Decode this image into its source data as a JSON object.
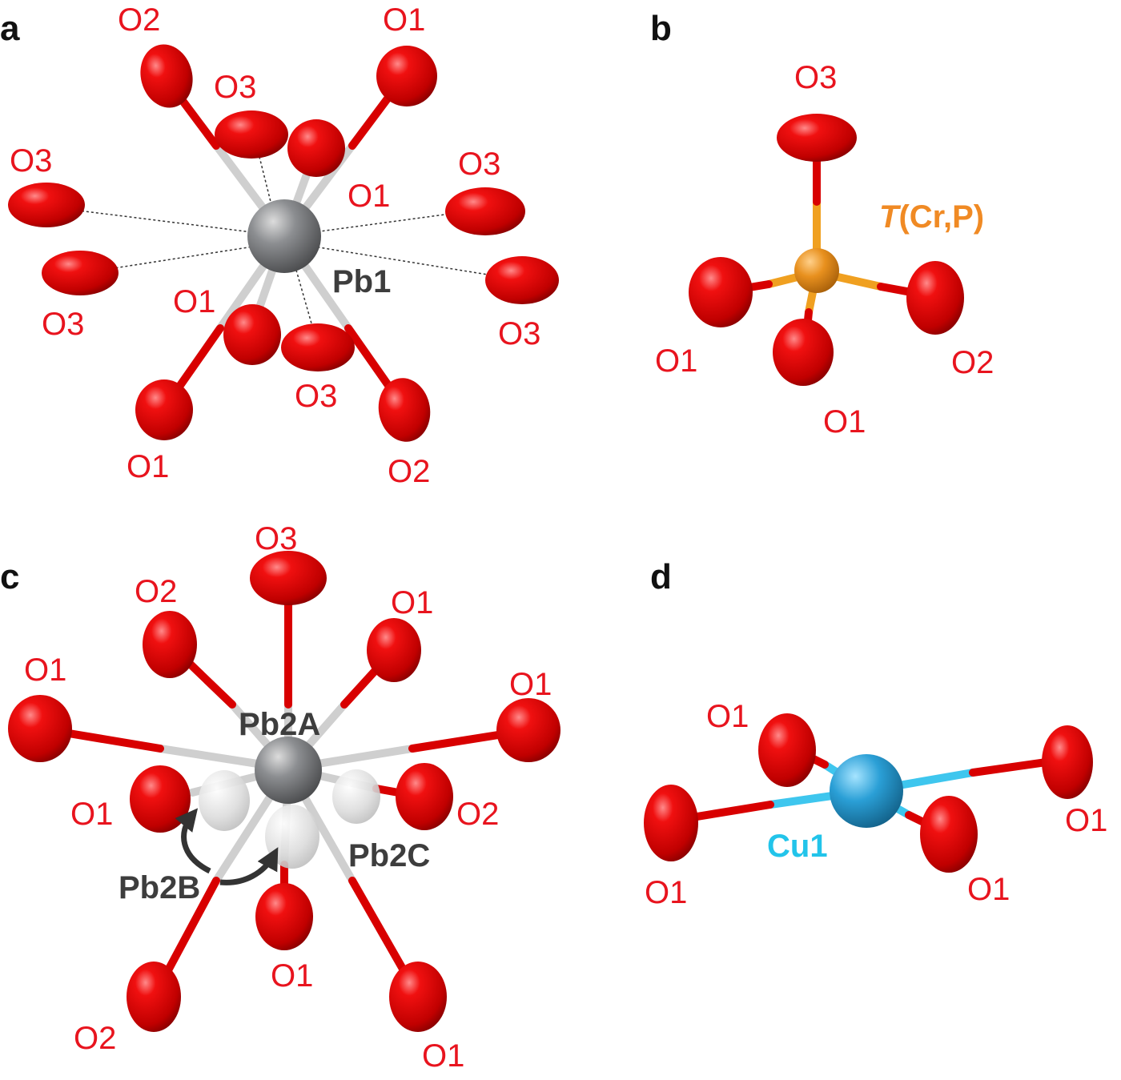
{
  "colors": {
    "oxygen": "#e00000",
    "oxygen_label": "#e8141e",
    "lead": "#7b7d80",
    "lead_label": "#3d3d3d",
    "tetrahedral": "#e8901e",
    "tetrahedral_label": "#f08a24",
    "copper": "#2a9fd6",
    "copper_label": "#22c4ea",
    "bond_gray": "#cfcfcf"
  },
  "panels": {
    "a": {
      "letter": "a",
      "center_label": "Pb1",
      "oxygen_labels": [
        "O2",
        "O1",
        "O3",
        "O3",
        "O1",
        "O3",
        "O3",
        "O1",
        "O3",
        "O3",
        "O1",
        "O2"
      ]
    },
    "b": {
      "letter": "b",
      "center_label_italic": "T",
      "center_label_rest": "(Cr,P)",
      "oxygen_labels": [
        "O3",
        "O1",
        "O2",
        "O1"
      ]
    },
    "c": {
      "letter": "c",
      "center_label": "Pb2A",
      "site_b_label": "Pb2B",
      "site_c_label": "Pb2C",
      "oxygen_labels": [
        "O3",
        "O2",
        "O1",
        "O1",
        "O1",
        "O1",
        "O2",
        "O1",
        "O2",
        "O1"
      ]
    },
    "d": {
      "letter": "d",
      "center_label": "Cu1",
      "oxygen_labels": [
        "O1",
        "O1",
        "O1",
        "O1"
      ]
    }
  }
}
